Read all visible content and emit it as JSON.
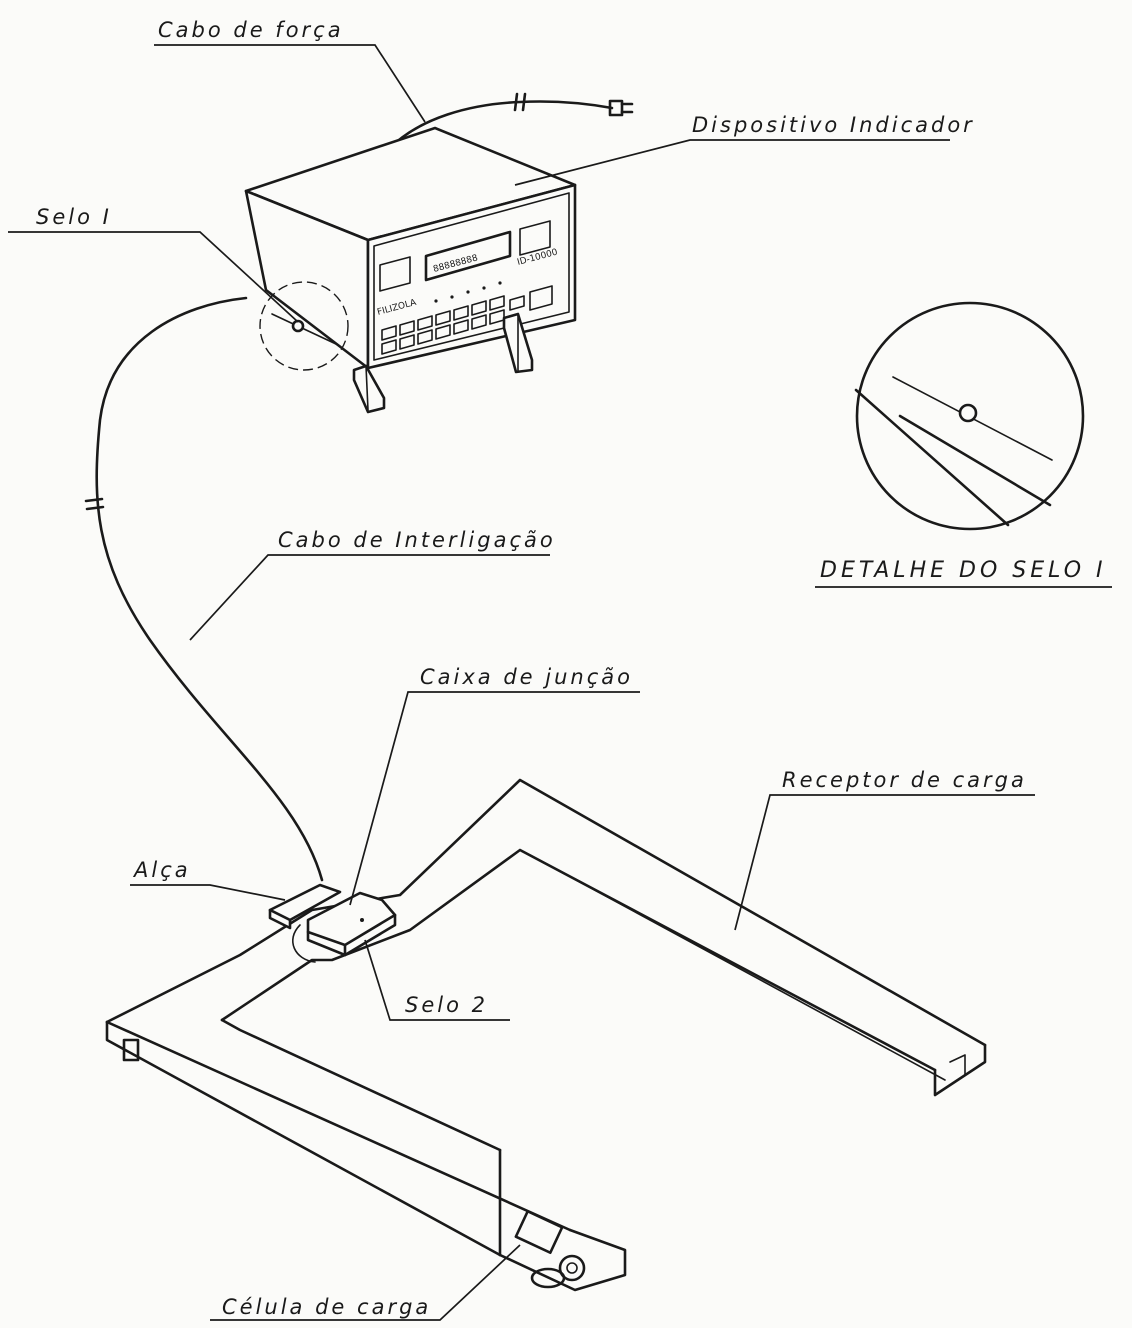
{
  "labels": {
    "power_cable": "Cabo de força",
    "indicator": "Dispositivo Indicador",
    "seal1": "Selo I",
    "interconnect_cable": "Cabo de Interligação",
    "seal_detail": "DETALHE DO SELO I",
    "junction_box": "Caixa de junção",
    "load_receptor": "Receptor de carga",
    "handle": "Alça",
    "seal2": "Selo 2",
    "load_cell": "Célula de carga"
  },
  "device": {
    "brand": "FILIZOLA",
    "model": "ID-10000",
    "display": "88888888"
  }
}
